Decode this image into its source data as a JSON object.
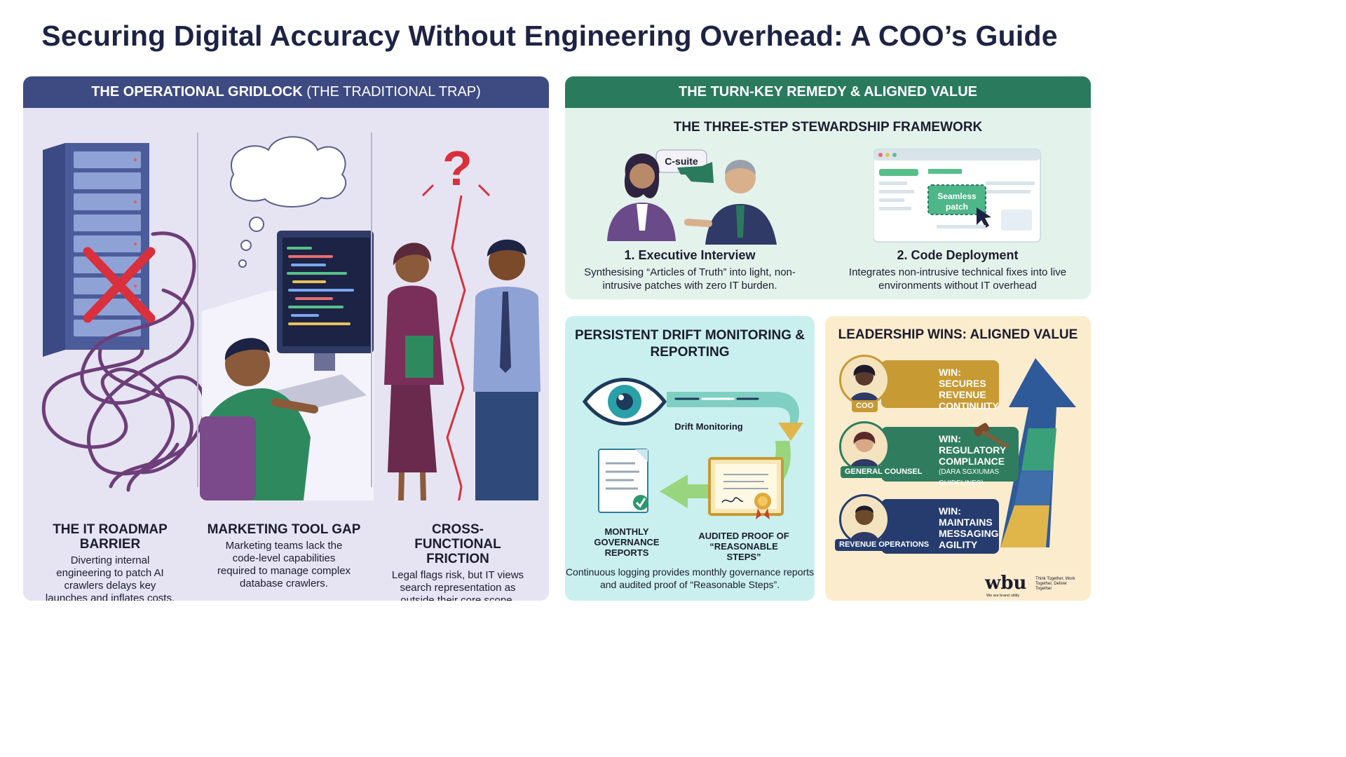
{
  "title": "Securing Digital Accuracy Without Engineering Overhead: A COO’s Guide",
  "left_panel": {
    "header_bold": "THE OPERATIONAL GRIDLOCK",
    "header_rest": " (THE TRADITIONAL TRAP)",
    "columns": [
      {
        "heading": "THE IT ROADMAP BARRIER",
        "body": "Diverting internal engineering to patch AI crawlers delays key launches and inflates costs."
      },
      {
        "heading": "MARKETING TOOL GAP",
        "body": "Marketing teams lack the code-level capabilities required to manage complex database crawlers."
      },
      {
        "heading": "CROSS-FUNCTIONAL FRICTION",
        "body": "Legal flags risk, but IT views search representation as outside their core scope."
      }
    ]
  },
  "right_top": {
    "header": "THE TURN-KEY REMEDY & ALIGNED VALUE",
    "subheader": "THE THREE-STEP STEWARDSHIP FRAMEWORK",
    "bubble": "C-suite",
    "patch_label": "Seamless patch",
    "steps": [
      {
        "title": "1. Executive Interview",
        "body": "Synthesising “Articles of Truth” into light, non-intrusive patches with zero IT burden."
      },
      {
        "title": "2. Code Deployment",
        "body": "Integrates non-intrusive technical fixes into live environments without IT overhead"
      }
    ]
  },
  "drift": {
    "title": "PERSISTENT DRIFT MONITORING & REPORTING",
    "monitor_label": "Drift Monitoring",
    "reports_label": "MONTHLY GOVERNANCE REPORTS",
    "proof_label": "AUDITED PROOF OF “REASONABLE STEPS”",
    "footer": "Continuous logging provides monthly governance reports and audited proof of “Reasonable Steps”."
  },
  "leadership": {
    "title": "LEADERSHIP WINS: ALIGNED VALUE",
    "wins": [
      {
        "role": "COO",
        "line1": "WIN:",
        "line2": "SECURES REVENUE",
        "line3": "CONTINUITY",
        "sub": "",
        "color": "#c79a34"
      },
      {
        "role": "GENERAL COUNSEL",
        "line1": "WIN:",
        "line2": "REGULATORY",
        "line3": "COMPLIANCE",
        "sub": "(DARA SGXIUMAS GUIDELINES)",
        "color": "#2f7d5e"
      },
      {
        "role": "REVENUE OPERATIONS",
        "line1": "WIN:",
        "line2": "MAINTAINS MESSAGING",
        "line3": "AGILITY",
        "sub": "",
        "color": "#263c6e"
      }
    ],
    "logo": "wbu",
    "logo_tagline": "Think Together, Work Together, Deliver Together",
    "logo_small": "We are brand utility"
  },
  "colors": {
    "navy_header": "#3e4a82",
    "green_header": "#2a7a5e",
    "gold": "#c79a34",
    "red_mark": "#d8303c"
  }
}
